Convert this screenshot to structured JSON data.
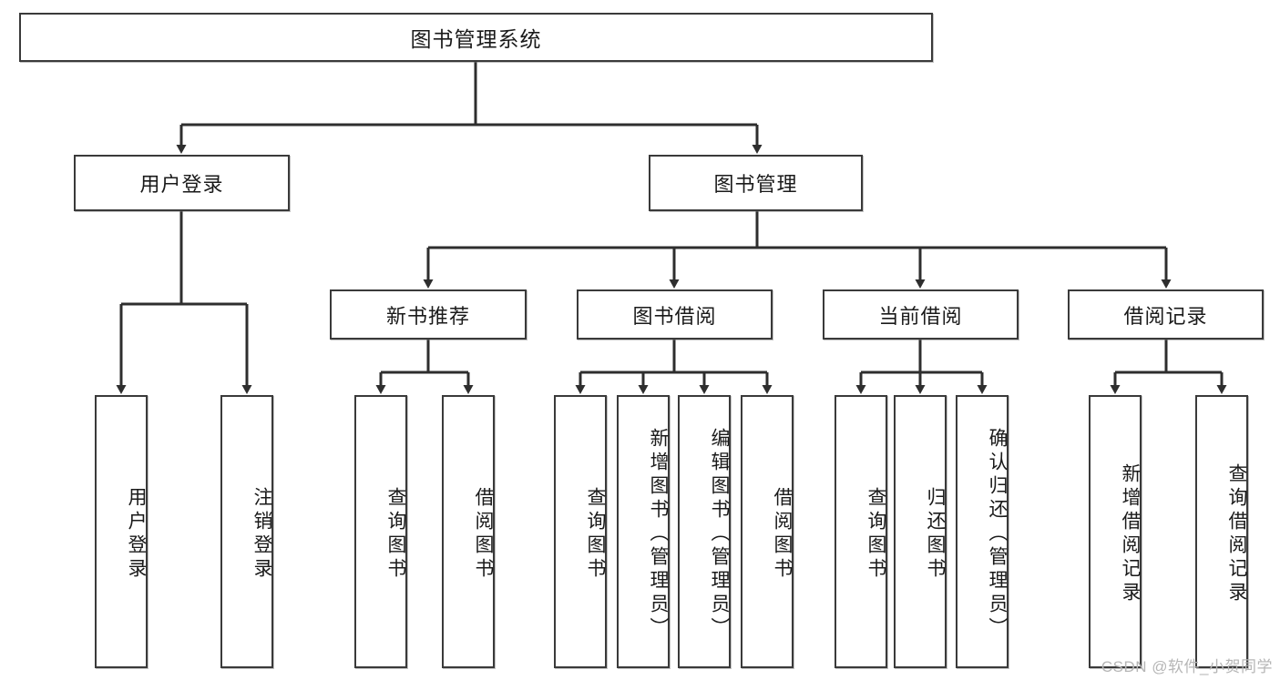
{
  "diagram": {
    "title": "图书管理系统",
    "type": "hierarchy-tree",
    "watermark": "CSDN @软件_小贺同学",
    "colors": {
      "box_border": "#3a3a3a",
      "box_fill": "#ffffff",
      "connector": "#2e2e2e",
      "text": "#1a1a1a",
      "watermark": "#b6b6b6"
    },
    "root": {
      "label": "图书管理系统"
    },
    "level2": [
      {
        "label": "用户登录"
      },
      {
        "label": "图书管理"
      }
    ],
    "level3": [
      {
        "label": "新书推荐"
      },
      {
        "label": "图书借阅"
      },
      {
        "label": "当前借阅"
      },
      {
        "label": "借阅记录"
      }
    ],
    "leaves": {
      "user_login": [
        {
          "label": "用户登录"
        },
        {
          "label": "注销登录"
        }
      ],
      "new_book_recommend": [
        {
          "label": "查询图书"
        },
        {
          "label": "借阅图书"
        }
      ],
      "book_borrow": [
        {
          "label": "查询图书"
        },
        {
          "label": "新增图书（管理员）"
        },
        {
          "label": "编辑图书（管理员）"
        },
        {
          "label": "借阅图书"
        }
      ],
      "current_borrow": [
        {
          "label": "查询图书"
        },
        {
          "label": "归还图书"
        },
        {
          "label": "确认归还（管理员）"
        }
      ],
      "borrow_record": [
        {
          "label": "新增借阅记录"
        },
        {
          "label": "查询借阅记录"
        }
      ]
    }
  }
}
